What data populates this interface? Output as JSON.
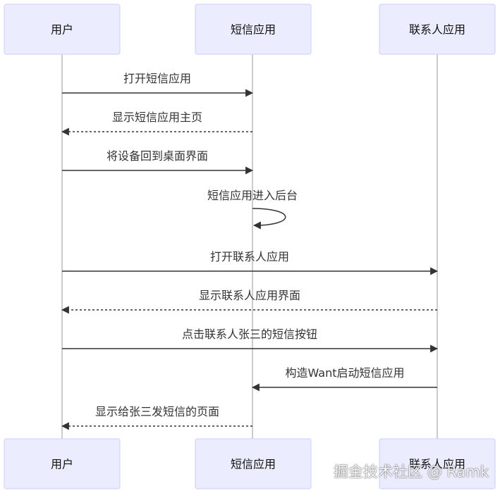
{
  "participants": [
    {
      "id": "user",
      "label": "用户"
    },
    {
      "id": "sms",
      "label": "短信应用"
    },
    {
      "id": "contacts",
      "label": "联系人应用"
    }
  ],
  "messages": [
    {
      "from": "user",
      "to": "sms",
      "text": "打开短信应用",
      "style": "solid"
    },
    {
      "from": "sms",
      "to": "user",
      "text": "显示短信应用主页",
      "style": "dotted"
    },
    {
      "from": "user",
      "to": "sms",
      "text": "将设备回到桌面界面",
      "style": "solid"
    },
    {
      "from": "sms",
      "to": "sms",
      "text": "短信应用进入后台",
      "style": "solid"
    },
    {
      "from": "user",
      "to": "contacts",
      "text": "打开联系人应用",
      "style": "solid"
    },
    {
      "from": "contacts",
      "to": "user",
      "text": "显示联系人应用界面",
      "style": "dotted"
    },
    {
      "from": "user",
      "to": "contacts",
      "text": "点击联系人张三的短信按钮",
      "style": "solid"
    },
    {
      "from": "contacts",
      "to": "sms",
      "text": "构造Want启动短信应用",
      "style": "solid"
    },
    {
      "from": "sms",
      "to": "user",
      "text": "显示给张三发短信的页面",
      "style": "dotted"
    }
  ],
  "watermark": "掘金技术社区 @ Ramk",
  "colors": {
    "actor_fill": "#ECECFF",
    "actor_border": "#CCCCFF",
    "line": "#333333",
    "lifeline": "#999999"
  }
}
